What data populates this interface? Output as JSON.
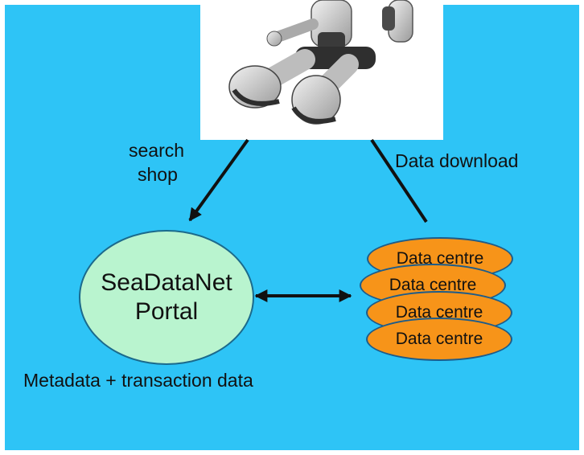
{
  "diagram": {
    "search_label": "search",
    "shop_label": "shop",
    "download_label": "Data download",
    "portal_line1": "SeaDataNet",
    "portal_line2": "Portal",
    "data_centres": [
      "Data centre",
      "Data centre",
      "Data centre",
      "Data centre"
    ],
    "metadata_label": "Metadata + transaction data"
  },
  "colors": {
    "background": "#2ec4f6",
    "portal_fill": "#b9f4cf",
    "data_centre_fill": "#f79419"
  },
  "icons": {
    "robot": "robot-figure-image"
  }
}
